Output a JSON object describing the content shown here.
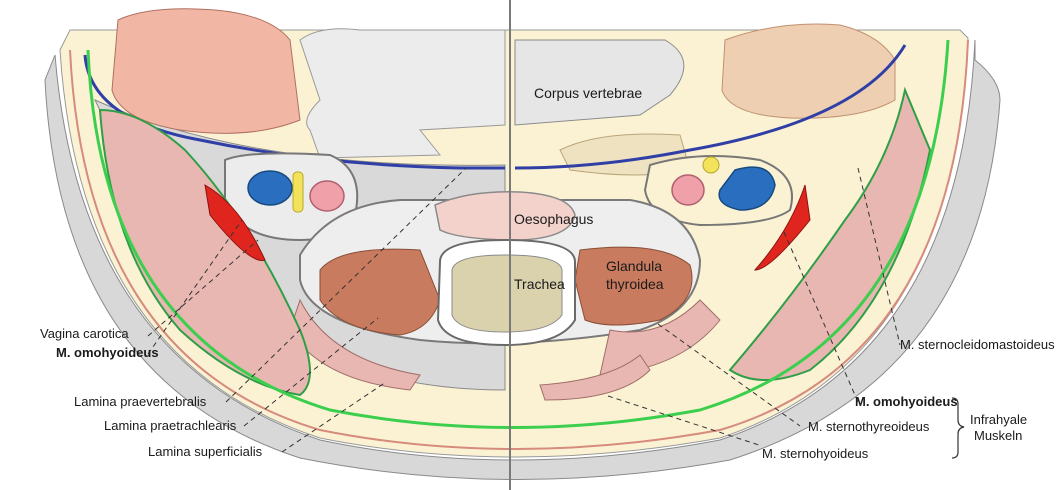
{
  "labels": {
    "corpus_vertebrae": "Corpus vertebrae",
    "oesophagus": "Oesophagus",
    "trachea": "Trachea",
    "glandula_line1": "Glandula",
    "glandula_line2": "thyroidea",
    "vagina_carotica": "Vagina carotica",
    "omohyoideus_left": "M. omohyoideus",
    "lamina_praevertebralis": "Lamina praevertebralis",
    "lamina_praetrachealis": "Lamina  praetrachlearis",
    "lamina_superficialis": "Lamina superficialis",
    "sternocleidomastoideus": "M. sternocleidomastoideus",
    "omohyoideus_right": "M. omohyoideus",
    "sternothyreoideus": "M. sternothyreoideus",
    "sternohyoideus": "M. sternohyoideus",
    "infrahyale_line1": "Infrahyale",
    "infrahyale_line2": "Muskeln"
  },
  "colors": {
    "skin": "#dcdcdc",
    "fat": "#fbf2d4",
    "muscle": "#e8b7b2",
    "thyroid": "#c87b5e",
    "bone": "#ede4c8",
    "vein": "#2a6fbf",
    "artery": "#f0a0a8",
    "nerve": "#f2e35a",
    "fascia_superficial": "#3ccf4e",
    "fascia_prevertebral": "#2f3fa6",
    "omohyoid": "#e0251f"
  }
}
